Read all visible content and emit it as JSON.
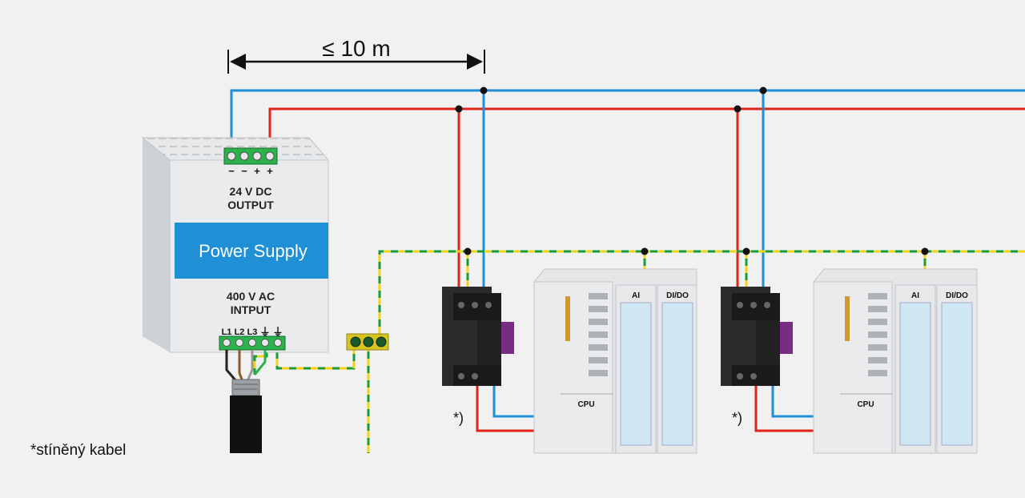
{
  "dimension": {
    "label": "≤ 10 m"
  },
  "power_supply": {
    "output_label_line1": "24 V DC",
    "output_label_line2": "OUTPUT",
    "title": "Power Supply",
    "input_label_line1": "400 V AC",
    "input_label_line2": "INTPUT",
    "output_terminals": [
      "−",
      "−",
      "+",
      "+"
    ],
    "input_terminals": [
      "L1",
      "L2",
      "L3",
      "⏚",
      "⏚"
    ]
  },
  "plc_left": {
    "cpu_label": "CPU",
    "module_ai_label": "AI",
    "module_dido_label": "DI/DO"
  },
  "plc_right": {
    "cpu_label": "CPU",
    "module_ai_label": "AI",
    "module_dido_label": "DI/DO"
  },
  "spd_left": {
    "marker": "*)"
  },
  "spd_right": {
    "marker": "*)"
  },
  "footnote": "*stíněný kabel",
  "colors": {
    "background": "#f1f1f1",
    "wire_positive": "#e2231a",
    "wire_negative": "#1f8fd6",
    "earth_green": "#1a9a3a",
    "earth_yellow": "#f2d21b",
    "terminal_green": "#2bb24c",
    "power_supply_band": "#1f8fd6",
    "surge_protector_body": "#222222",
    "surge_protector_accent": "#7a2b86"
  }
}
